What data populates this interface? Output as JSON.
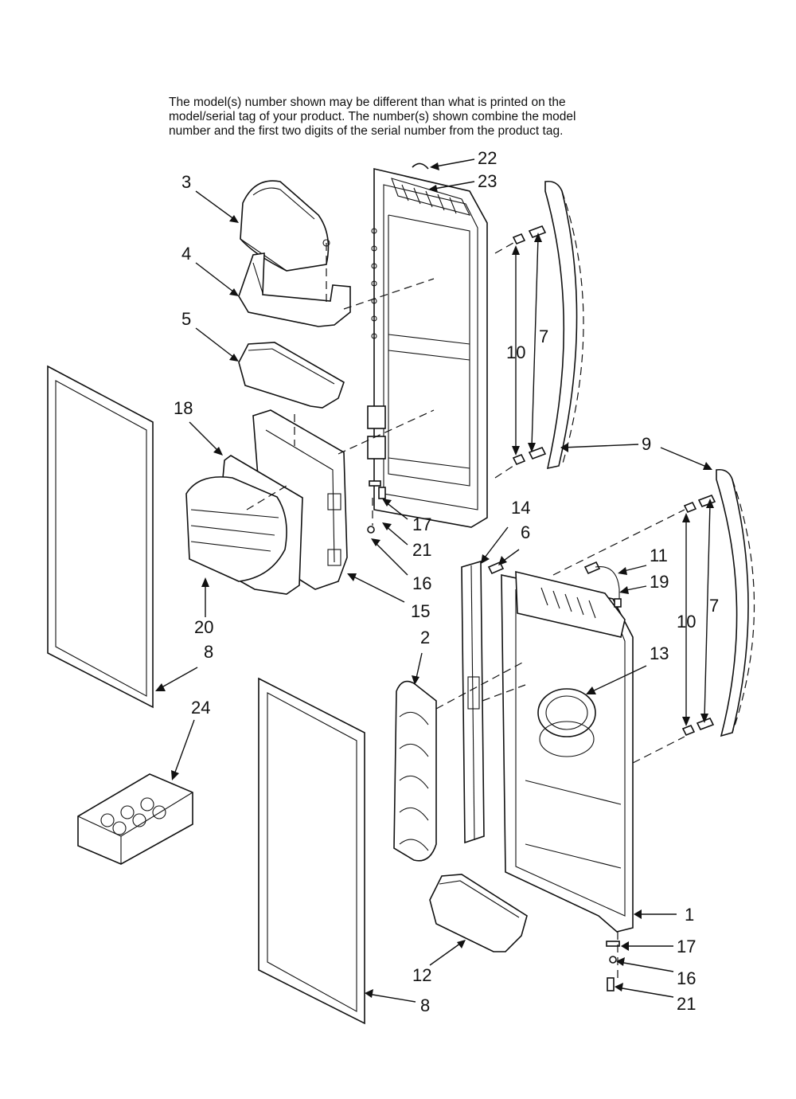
{
  "note": {
    "lines": [
      "The model(s) number shown may be different than what is printed on the",
      "model/serial tag of your product. The number(s) shown combine the model",
      "number and the first two digits of the serial number from the product tag."
    ]
  },
  "callouts": [
    {
      "id": "c22",
      "text": "22"
    },
    {
      "id": "c23",
      "text": "23"
    },
    {
      "id": "c3",
      "text": "3"
    },
    {
      "id": "c4",
      "text": "4"
    },
    {
      "id": "c5",
      "text": "5"
    },
    {
      "id": "c18",
      "text": "18"
    },
    {
      "id": "c10a",
      "text": "10"
    },
    {
      "id": "c7a",
      "text": "7"
    },
    {
      "id": "c9",
      "text": "9"
    },
    {
      "id": "c17a",
      "text": "17"
    },
    {
      "id": "c21a",
      "text": "21"
    },
    {
      "id": "c16a",
      "text": "16"
    },
    {
      "id": "c15",
      "text": "15"
    },
    {
      "id": "c20",
      "text": "20"
    },
    {
      "id": "c8a",
      "text": "8"
    },
    {
      "id": "c14",
      "text": "14"
    },
    {
      "id": "c6",
      "text": "6"
    },
    {
      "id": "c11",
      "text": "11"
    },
    {
      "id": "c19",
      "text": "19"
    },
    {
      "id": "c10b",
      "text": "10"
    },
    {
      "id": "c7b",
      "text": "7"
    },
    {
      "id": "c13",
      "text": "13"
    },
    {
      "id": "c2",
      "text": "2"
    },
    {
      "id": "c24",
      "text": "24"
    },
    {
      "id": "c1",
      "text": "1"
    },
    {
      "id": "c17b",
      "text": "17"
    },
    {
      "id": "c16b",
      "text": "16"
    },
    {
      "id": "c21b",
      "text": "21"
    },
    {
      "id": "c12",
      "text": "12"
    },
    {
      "id": "c8b",
      "text": "8"
    }
  ]
}
